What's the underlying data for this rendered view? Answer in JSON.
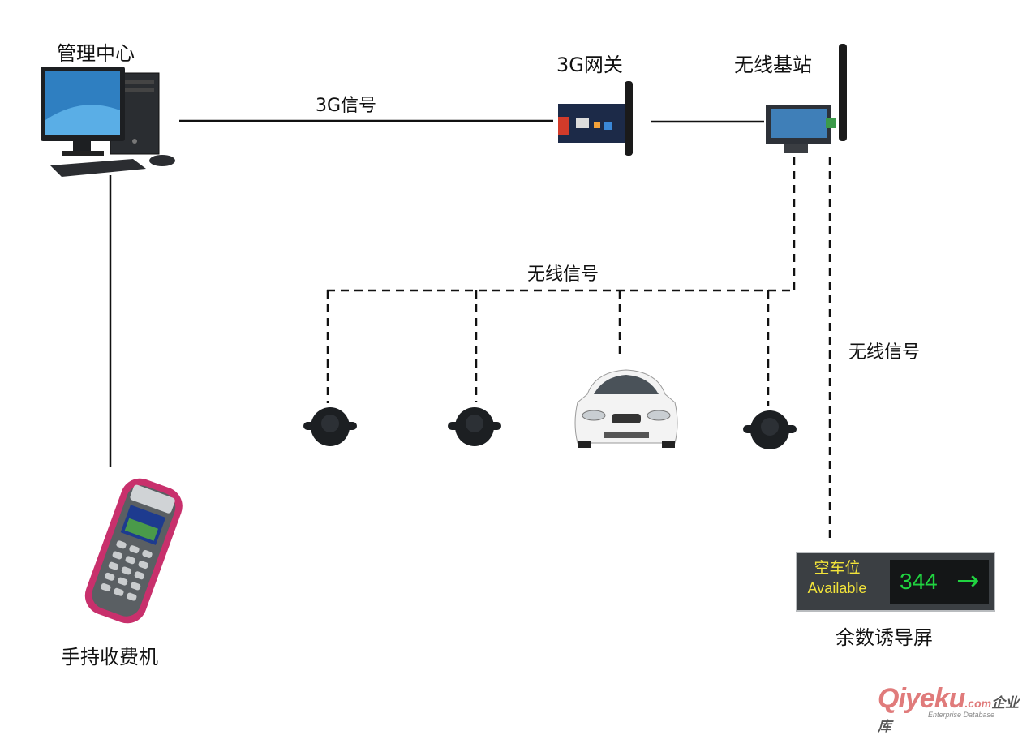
{
  "labels": {
    "management_center": "管理中心",
    "gateway_3g": "3G网关",
    "wireless_base_station": "无线基站",
    "signal_3g": "3G信号",
    "wireless_signal_mid": "无线信号",
    "wireless_signal_right": "无线信号",
    "handheld_device": "手持收费机",
    "guidance_screen": "余数诱导屏"
  },
  "display_board": {
    "cn_text": "空车位",
    "en_text": "Available",
    "count": "344",
    "arrow": "→"
  },
  "watermark": {
    "brand": "Qiyeku",
    "domain": ".com",
    "cn": "企业库",
    "sub": "Enterprise Database"
  },
  "colors": {
    "board_bg": "#3b3f43",
    "board_text": "#f2e33a",
    "count_text": "#20d340",
    "handheld_body": "#c8306c",
    "sensor": "#1c1f22"
  }
}
